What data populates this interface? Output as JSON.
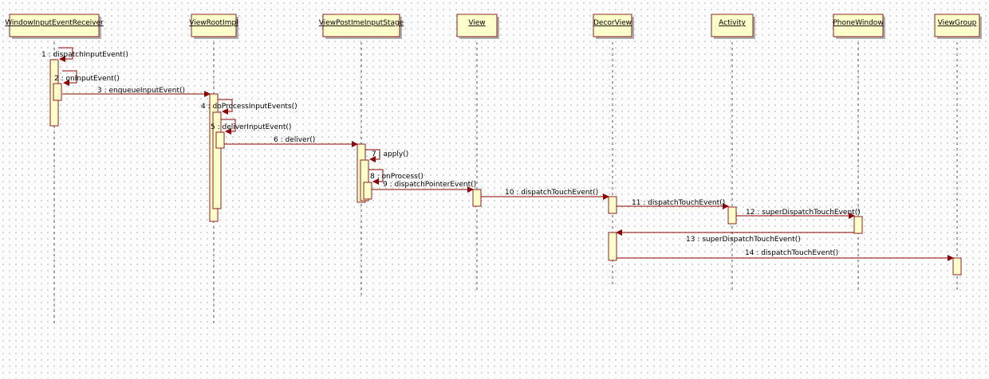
{
  "colors": {
    "header_fill": "#ffffcc",
    "header_border": "#8b2020",
    "lifeline": "#555555",
    "activation_fill": "#ffffcc",
    "activation_border": "#8b2020",
    "message": "#8b0000",
    "text": "#000000"
  },
  "participants": [
    {
      "id": "p0",
      "name": "WindowInputEventReceiver"
    },
    {
      "id": "p1",
      "name": "ViewRootImpl"
    },
    {
      "id": "p2",
      "name": "ViewPostImeInputStage"
    },
    {
      "id": "p3",
      "name": "View"
    },
    {
      "id": "p4",
      "name": "DecorView"
    },
    {
      "id": "p5",
      "name": "Activity"
    },
    {
      "id": "p6",
      "name": "PhoneWindow"
    },
    {
      "id": "p7",
      "name": "ViewGroup"
    }
  ],
  "messages": [
    {
      "num": "1",
      "label": "1 : dispatchInputEvent()"
    },
    {
      "num": "2",
      "label": "2 : onInputEvent()"
    },
    {
      "num": "3",
      "label": "3 : enqueueInputEvent()"
    },
    {
      "num": "4",
      "label": "4 : doProcessInputEvents()"
    },
    {
      "num": "5",
      "label": "5 : deliverInputEvent()"
    },
    {
      "num": "6",
      "label": "6 : deliver()"
    },
    {
      "num": "7",
      "label": "7 : apply()"
    },
    {
      "num": "8",
      "label": "8 : onProcess()"
    },
    {
      "num": "9",
      "label": "9 : dispatchPointerEvent()"
    },
    {
      "num": "10",
      "label": "10 : dispatchTouchEvent()"
    },
    {
      "num": "11",
      "label": "11 : dispatchTouchEvent()"
    },
    {
      "num": "12",
      "label": "12 : superDispatchTouchEvent()"
    },
    {
      "num": "13",
      "label": "13 : superDispatchTouchEvent()"
    },
    {
      "num": "14",
      "label": "14 : dispatchTouchEvent()"
    }
  ]
}
